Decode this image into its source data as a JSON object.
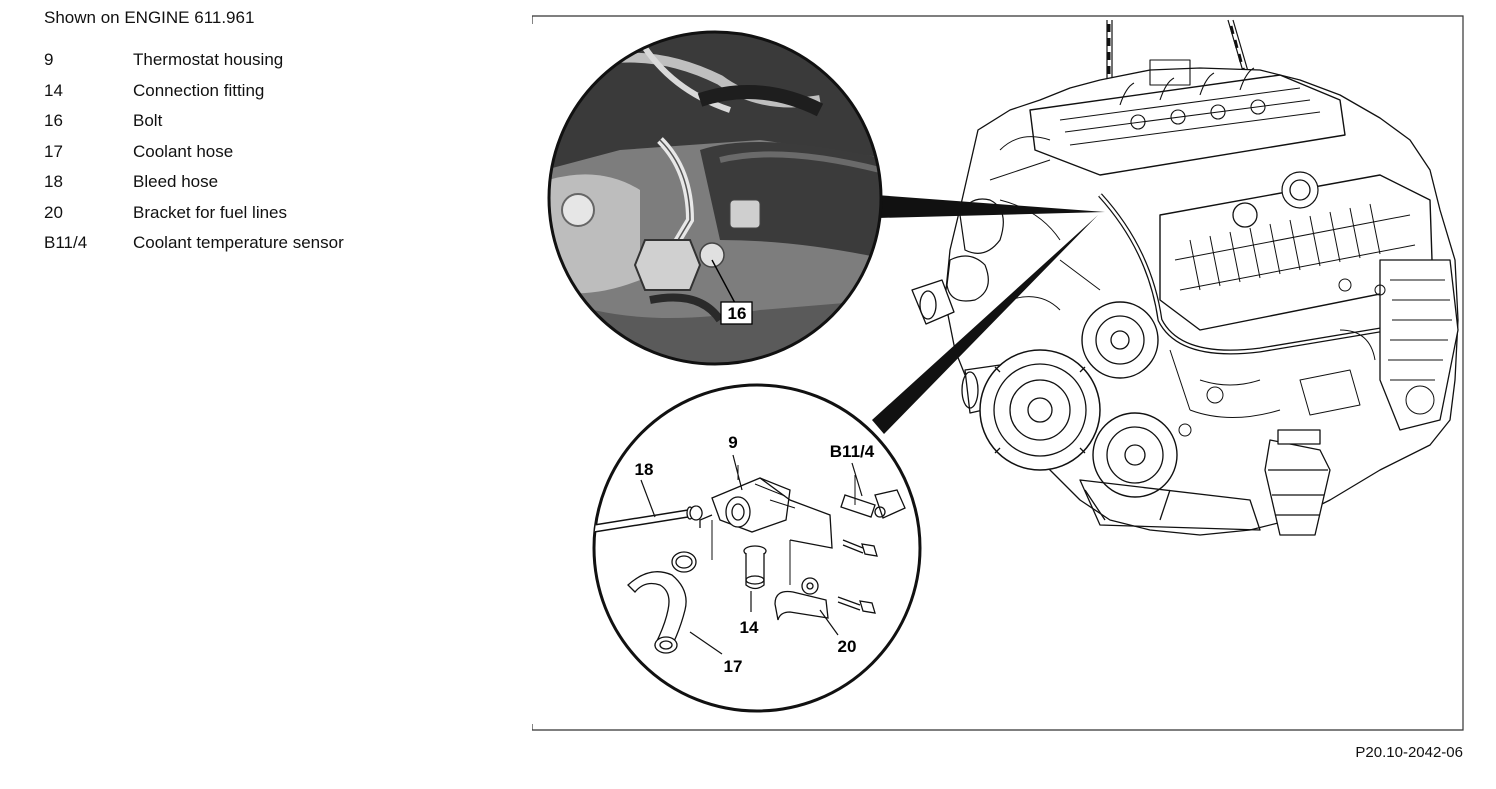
{
  "title": "Shown on ENGINE 611.961",
  "legend": [
    {
      "num": "9",
      "desc": "Thermostat housing"
    },
    {
      "num": "14",
      "desc": "Connection fitting"
    },
    {
      "num": "16",
      "desc": "Bolt"
    },
    {
      "num": "17",
      "desc": "Coolant hose"
    },
    {
      "num": "18",
      "desc": "Bleed hose"
    },
    {
      "num": "20",
      "desc": "Bracket for fuel lines"
    },
    {
      "num": "B11/4",
      "desc": "Coolant temperature sensor"
    }
  ],
  "callouts": {
    "c16": "16",
    "c9": "9",
    "cB11": "B11/4",
    "c18": "18",
    "c14": "14",
    "c20": "20",
    "c17": "17"
  },
  "figure_ref": "P20.10-2042-06"
}
